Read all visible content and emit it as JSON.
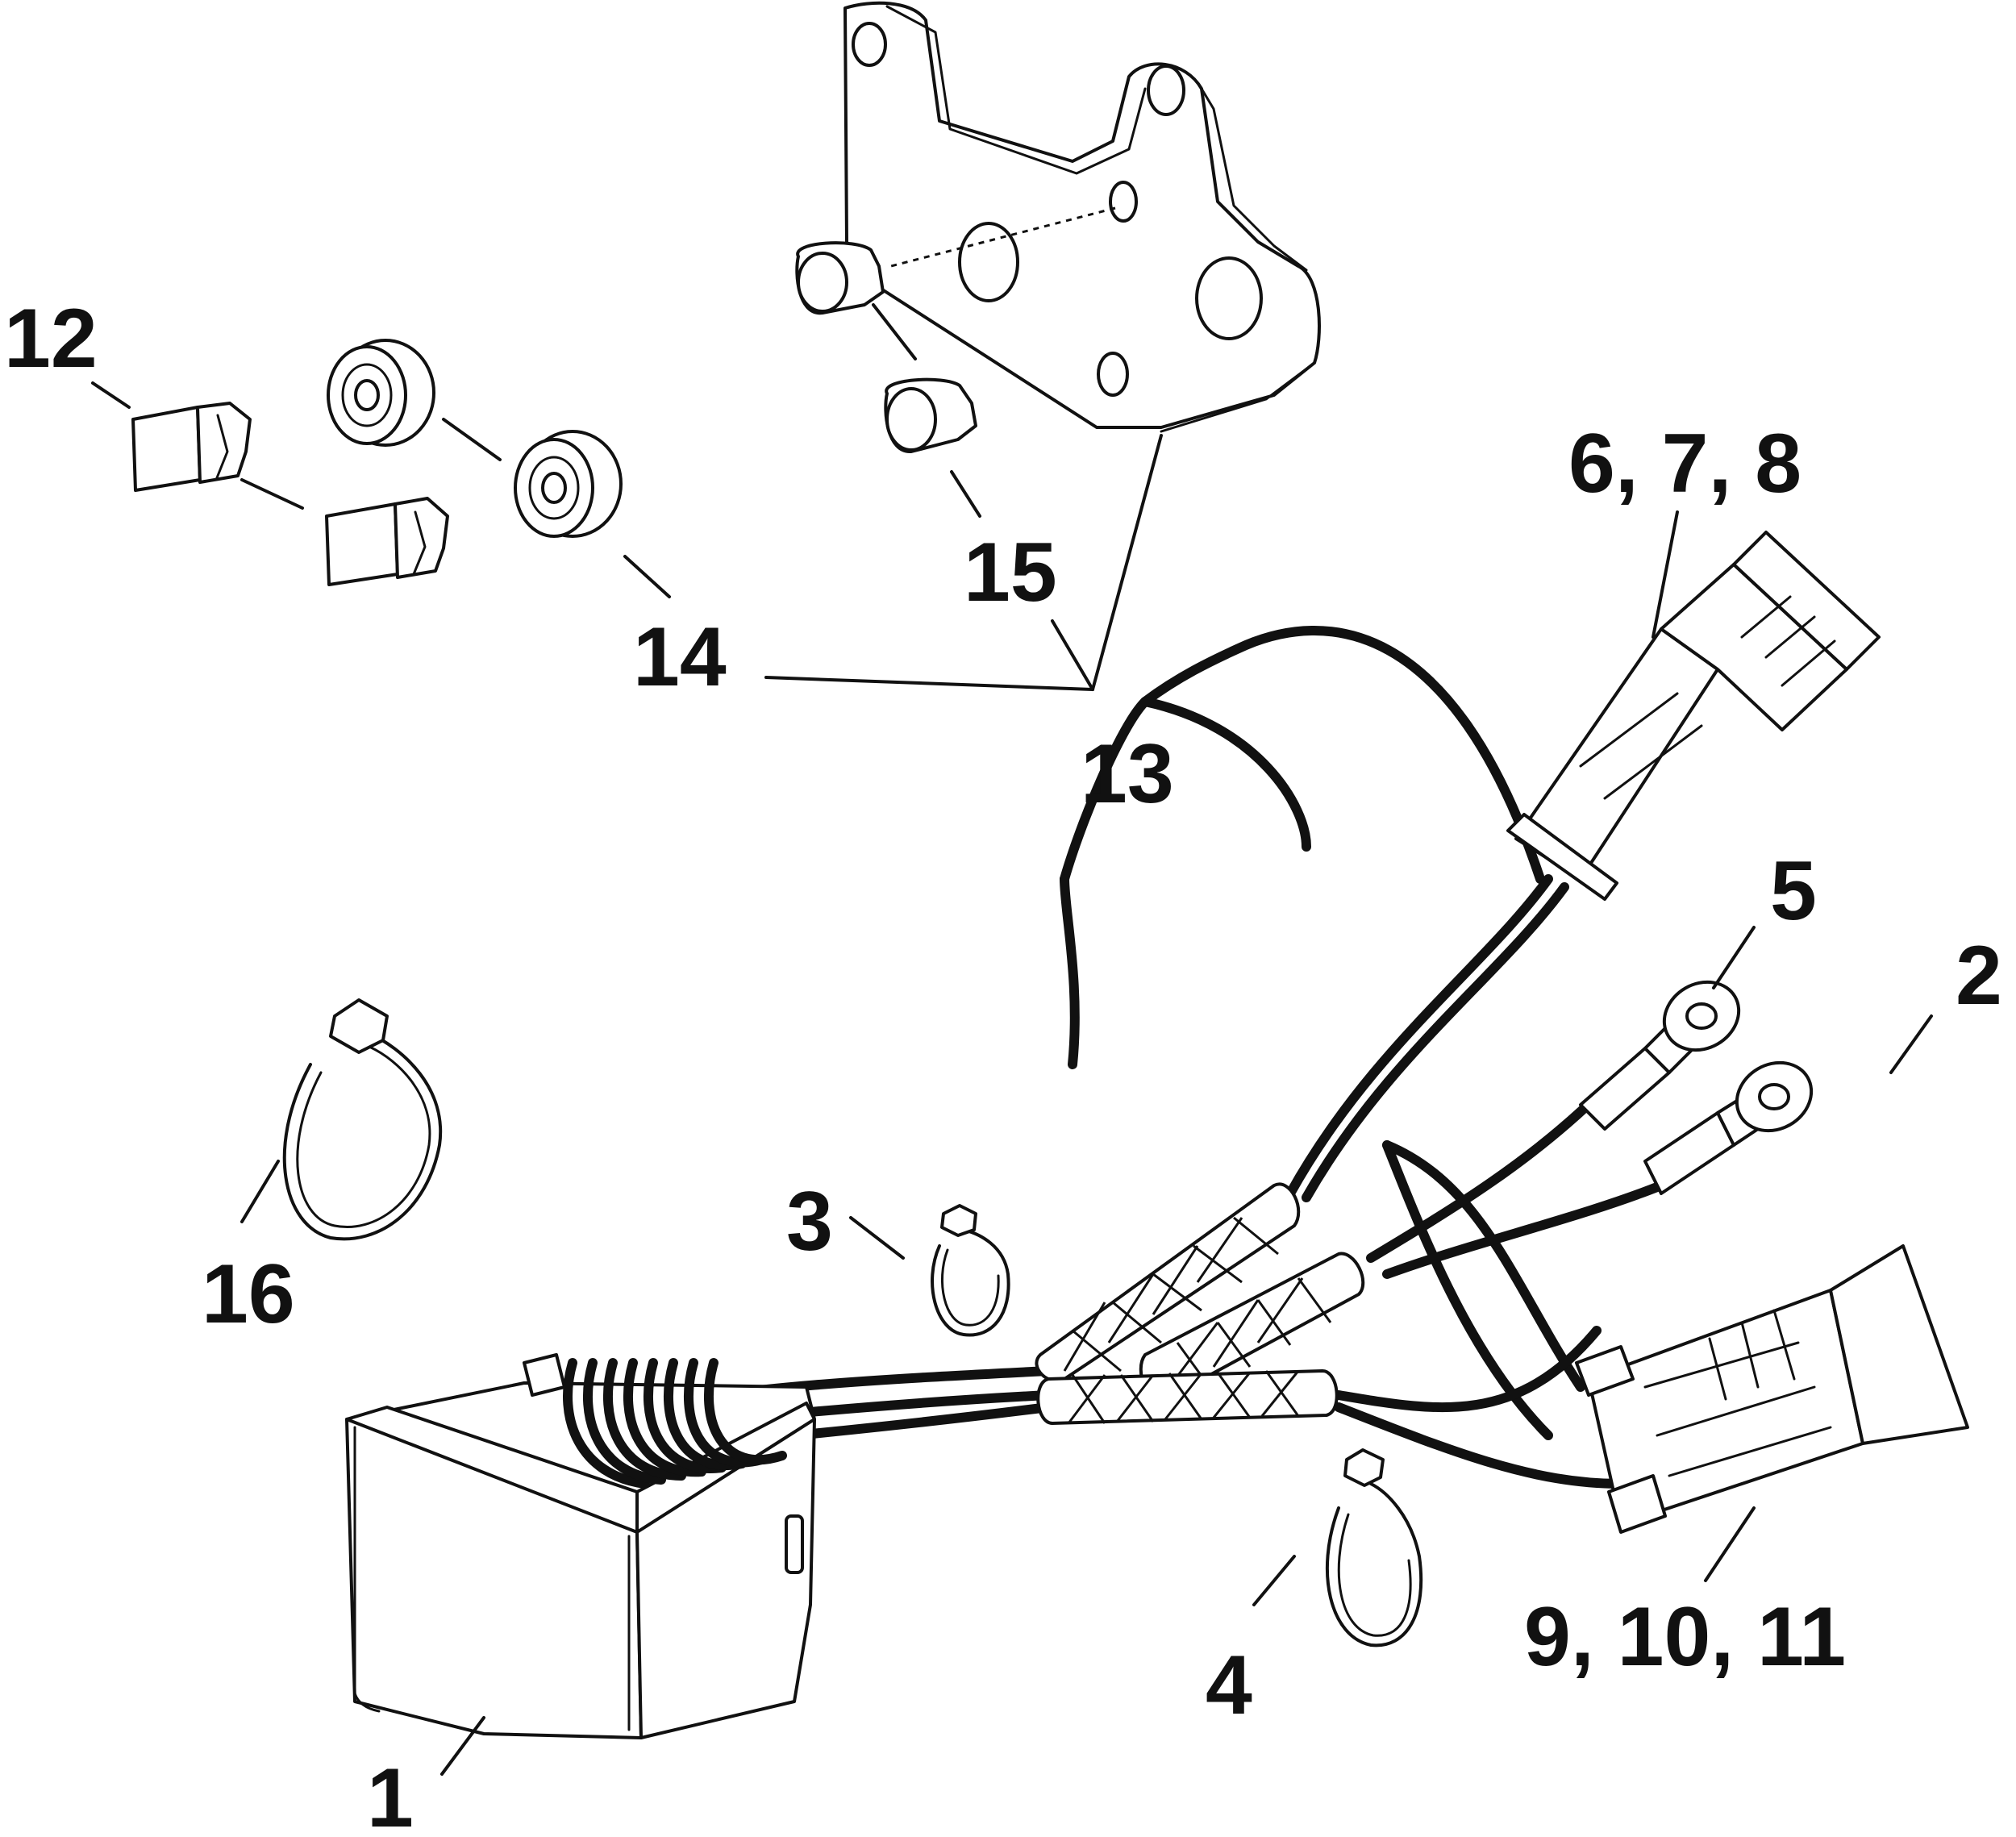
{
  "diagram": {
    "type": "exploded parts diagram",
    "callouts": {
      "c1": "1",
      "c2": "2",
      "c3": "3",
      "c4": "4",
      "c5": "5",
      "c678": "6, 7, 8",
      "c91011": "9, 10, 11",
      "c12": "12",
      "c13": "13",
      "c14": "14",
      "c15": "15",
      "c16": "16"
    }
  },
  "colors": {
    "line": "#111111",
    "background": "#ffffff"
  }
}
